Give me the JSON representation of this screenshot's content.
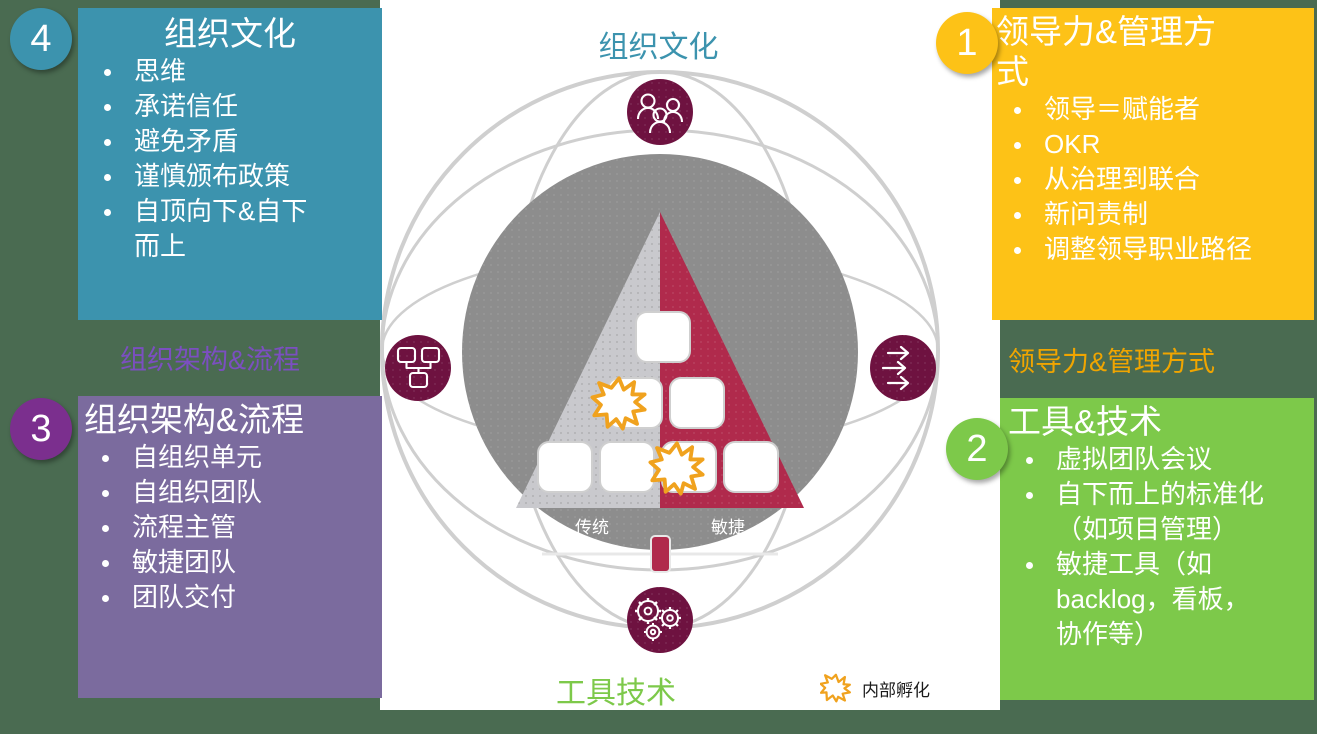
{
  "background_color": "#4a6b51",
  "canvas_color": "#ffffff",
  "panels": {
    "culture": {
      "number": "4",
      "color": "#3c93ae",
      "title": "组织文化",
      "bullets": [
        "思维",
        "承诺信任",
        "避免矛盾",
        "谨慎颁布政策",
        "自顶向下&自下\n而上"
      ]
    },
    "leadership": {
      "number": "1",
      "color": "#fdc217",
      "title": "领导力&管理方\n式",
      "bullets": [
        "领导＝赋能者",
        "OKR",
        "从治理到联合",
        "新问责制",
        "调整领导职业路径"
      ]
    },
    "structure": {
      "number": "3",
      "badge_color": "#7b2f8e",
      "color": "#7b6b9e",
      "title": "组织架构&流程",
      "bullets": [
        "自组织单元",
        "自组织团队",
        "流程主管",
        "敏捷团队",
        "团队交付"
      ]
    },
    "tools": {
      "number": "2",
      "color": "#7dc94a",
      "title": "工具&技术",
      "bullets": [
        "虚拟团队会议",
        "自下而上的标准化\n（如项目管理）",
        "敏捷工具（如\nbacklog，看板，\n协作等）"
      ]
    }
  },
  "side_labels": {
    "structure": {
      "text": "组织架构&流程",
      "color": "#7b4fc0"
    },
    "leadership": {
      "text": "领导力&管理方式",
      "color": "#f0a500"
    }
  },
  "center_labels": {
    "top": {
      "text": "组织文化",
      "color": "#3c93ae"
    },
    "bottom": {
      "text": "工具技术",
      "color": "#7dc94a"
    }
  },
  "diagram": {
    "hub_color": "#6e1240",
    "ring_color": "#cfcfcf",
    "disc_color": "#8d8d8d",
    "triangle_left_color": "#c9c9cd",
    "triangle_right_color": "#b02a4c",
    "node_icons": [
      "people-icon",
      "org-chart-icon",
      "arrows-icon",
      "gears-icon"
    ],
    "slider": {
      "left_label": "传统",
      "right_label": "敏捷",
      "handle_color": "#b02a4c",
      "track_color": "#e8e8e8",
      "value_percent": 50
    },
    "tile_count": 5,
    "burst_count": 2,
    "burst_color": "#f0a21e"
  },
  "legend": {
    "icon": "burst-icon",
    "icon_color": "#f0a21e",
    "label": "内部孵化"
  }
}
